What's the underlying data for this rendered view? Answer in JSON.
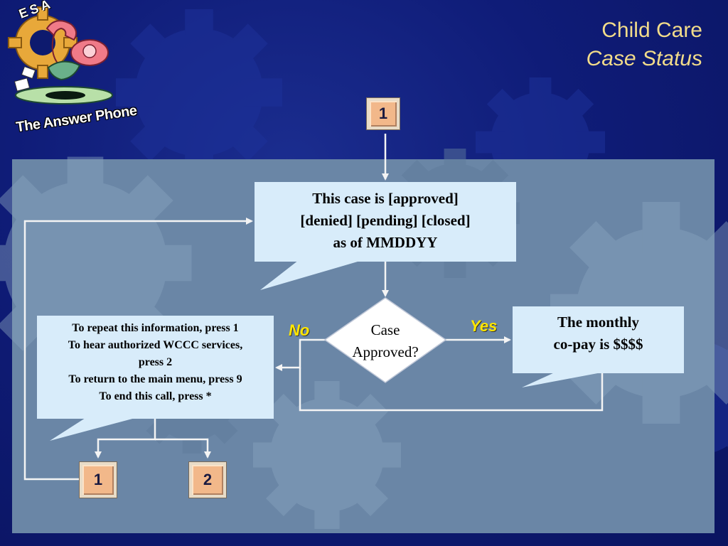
{
  "slide": {
    "title_line1": "Child Care",
    "title_line2": "Case Status"
  },
  "logo": {
    "badge_text": "ESA",
    "caption": "The Answer Phone"
  },
  "flow": {
    "start_box": "1",
    "status_bubble": {
      "line1": "This case is [approved]",
      "line2": "[denied] [pending] [closed]",
      "line3": "as of MMDDYY"
    },
    "decision": {
      "line1": "Case",
      "line2": "Approved?",
      "no_label": "No",
      "yes_label": "Yes"
    },
    "copay_bubble": {
      "line1": "The monthly",
      "line2": "co-pay is $$$$"
    },
    "menu_bubble": {
      "line1": "To repeat this information, press 1",
      "line2": "To hear authorized WCCC services,",
      "line3": "press 2",
      "line4": "To return to the main menu, press 9",
      "line5": "To end this call, press *"
    },
    "bottom_box_left": "1",
    "bottom_box_right": "2"
  },
  "colors": {
    "background": "#0d1a6e",
    "panel": "#6a86a6",
    "bubble": "#d8ecfa",
    "title": "#f2dc8a",
    "branch_label": "#ffe600",
    "number_box": "#f2b88a"
  }
}
